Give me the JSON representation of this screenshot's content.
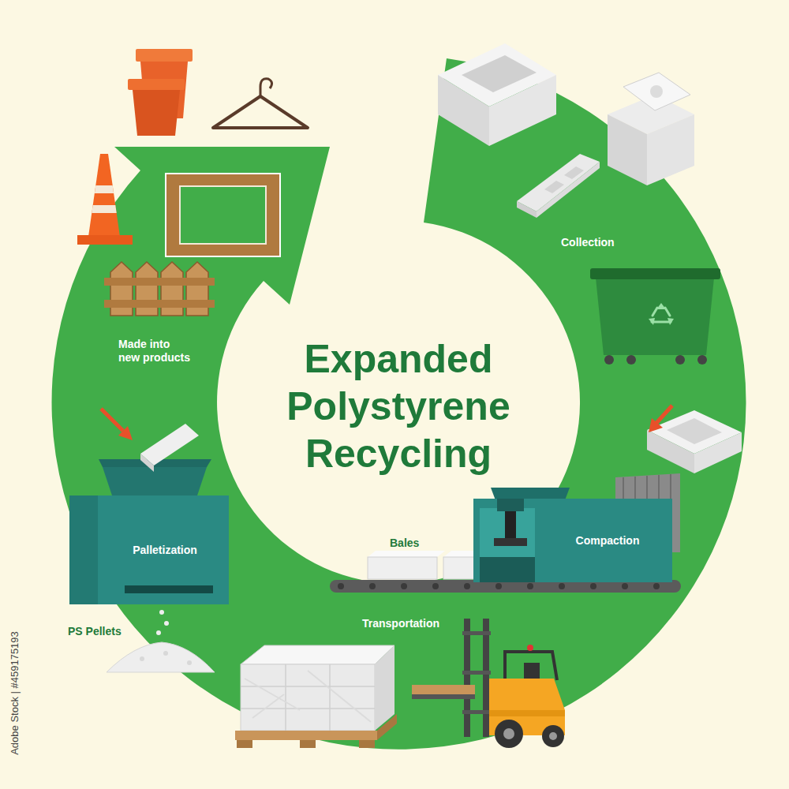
{
  "diagram": {
    "title": "Expanded Polystyrene Recycling",
    "nodes": [
      {
        "text": [
          "Palletization"
        ]
      },
      {
        "text": [
          "Compaction"
        ]
      }
    ],
    "labels": [
      "Made into new products",
      "Collection",
      "Bales",
      "Transportation",
      "PS Pellets",
      "Adobe Stock | #459175193"
    ]
  }
}
